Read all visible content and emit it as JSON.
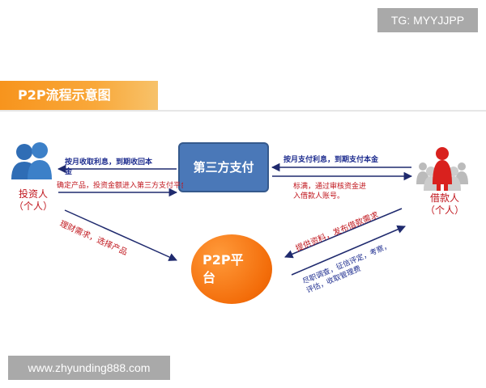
{
  "watermarks": {
    "telegram": "TG: MYYJJPP",
    "website": "www.zhyunding888.com"
  },
  "title": "P2P流程示意图",
  "nodes": {
    "center_box": "第三方支付",
    "platform": {
      "line1": "P2P平",
      "line2": "台"
    },
    "investor": {
      "label": "投资人",
      "sub": "（个人）"
    },
    "borrower": {
      "label": "借款人",
      "sub": "（个人）"
    }
  },
  "edges": {
    "investor_repay": {
      "line1": "按月收取利息，到期收回本",
      "line2": "金"
    },
    "investor_invest": "确定产品，投资金额进入第三方支付平台",
    "borrower_repay": "按月支付利息，到期支付本金",
    "borrower_loan": {
      "line1": "标满，通过审核资金进",
      "line2": "入借款人账号。"
    },
    "investor_platform": "理财需求，选择产品",
    "borrower_platform": "提供资料，发布借款需求",
    "platform_borrower": {
      "line1": "尽职调查，征信评定，考察，",
      "line2": "评估，收取管理费"
    }
  },
  "colors": {
    "banner": "#f7941d",
    "center_box": "#4a78b8",
    "platform": "#f36d0a",
    "arrow": "#1f2a6e",
    "red_text": "#c0161d",
    "blue_text": "#1e2d8f",
    "investor_icon": "#2f6db5",
    "borrower_icon": "#d9211e"
  }
}
